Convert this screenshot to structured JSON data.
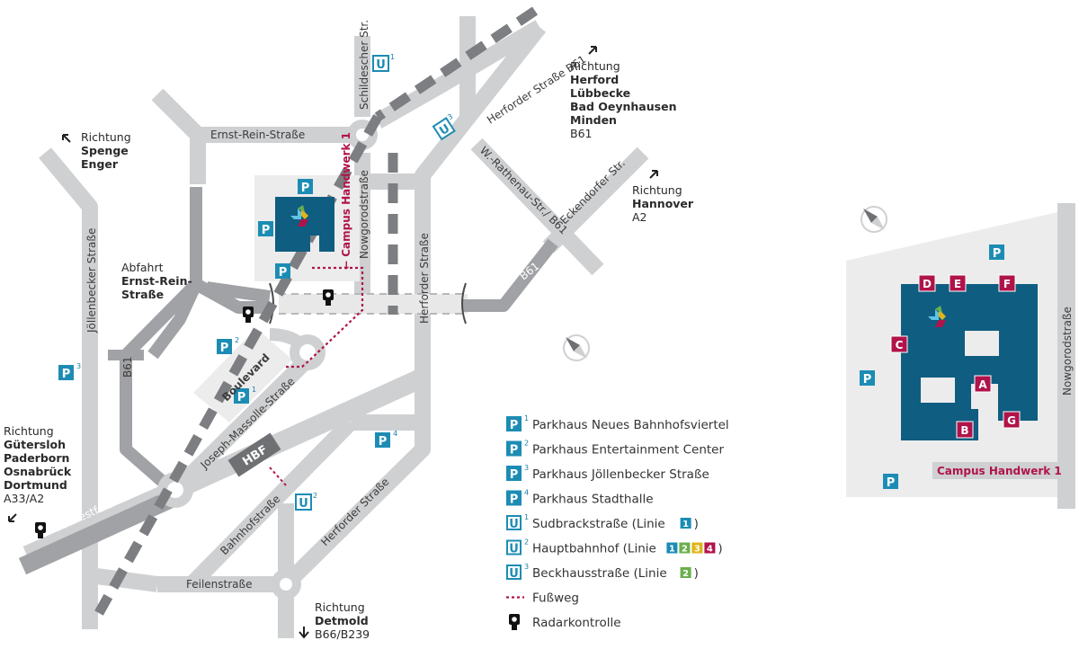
{
  "colors": {
    "parking": "#1c8cb4",
    "building": "#0f5d80",
    "walk": "#b0134a",
    "road": "#cfd0d2",
    "road_dark": "#a0a2a5",
    "rail": "#7c7e81",
    "line1": "#1c8cb4",
    "line2": "#6ab04c",
    "line3": "#e0b51a",
    "line4": "#b0134a"
  },
  "streets": {
    "schildescher": "Schildescher Str.",
    "ernst_rein": "Ernst-Rein-Straße",
    "herforder_b61": "Herforder Straße B61",
    "w_rathenau": "W.-Rathenau-Str./ B61",
    "eckendorfer": "Eckendorfer Str.",
    "nowgorod": "Nowgorodstraße",
    "herforder": "Herforder Straße",
    "herforder_s": "Herforder Straße",
    "joellenbecker": "Jöllenbecker Straße",
    "b61_left": "B61",
    "b61_right": "B61",
    "ostwestfalendamm": "Ostwestfalendamm",
    "massolle": "Joseph-Massolle-Straße",
    "bahnhof": "Bahnhofstraße",
    "feilen": "Feilenstraße",
    "boulevard": "Boulevard",
    "hbf": "HBF",
    "campus_vertical": "← Campus Handwerk 1"
  },
  "exit": {
    "line1": "Abfahrt",
    "line2": "Ernst-Rein-",
    "line3": "Straße"
  },
  "directions": {
    "spenge": {
      "label": "Richtung",
      "places": [
        "Spenge",
        "Enger"
      ],
      "sub": ""
    },
    "herford": {
      "label": "Richtung",
      "places": [
        "Herford",
        "Lübbecke",
        "Bad Oeynhausen",
        "Minden"
      ],
      "sub": "B61"
    },
    "hannover": {
      "label": "Richtung",
      "places": [
        "Hannover"
      ],
      "sub": "A2"
    },
    "guetersloh": {
      "label": "Richtung",
      "places": [
        "Gütersloh",
        "Paderborn",
        "Osnabrück",
        "Dortmund"
      ],
      "sub": "A33/A2"
    },
    "detmold": {
      "label": "Richtung",
      "places": [
        "Detmold"
      ],
      "sub": "B66/B239"
    }
  },
  "markers": {
    "p": "P",
    "u": "U",
    "sup1": "1",
    "sup2": "2",
    "sup3": "3",
    "sup4": "4"
  },
  "legend": [
    {
      "type": "P",
      "sup": "1",
      "text": "Parkhaus Neues Bahnhofsviertel"
    },
    {
      "type": "P",
      "sup": "2",
      "text": "Parkhaus Entertainment Center"
    },
    {
      "type": "P",
      "sup": "3",
      "text": "Parkhaus Jöllenbecker Straße"
    },
    {
      "type": "P",
      "sup": "4",
      "text": "Parkhaus Stadthalle"
    },
    {
      "type": "U",
      "sup": "1",
      "text": "Sudbrackstraße (Linie",
      "lines": [
        "1"
      ],
      "close": ")"
    },
    {
      "type": "U",
      "sup": "2",
      "text": "Hauptbahnhof (Linie",
      "lines": [
        "1",
        "2",
        "3",
        "4"
      ],
      "close": ")"
    },
    {
      "type": "U",
      "sup": "3",
      "text": "Beckhausstraße (Linie",
      "lines": [
        "2"
      ],
      "close": ")"
    },
    {
      "type": "walk",
      "text": "Fußweg"
    },
    {
      "type": "radar",
      "text": "Radarkontrolle"
    }
  ],
  "detail": {
    "street": "Nowgorodstraße",
    "campus": "Campus Handwerk 1",
    "entrances": [
      "D",
      "E",
      "F",
      "C",
      "A",
      "B",
      "G"
    ],
    "parking": "P"
  }
}
